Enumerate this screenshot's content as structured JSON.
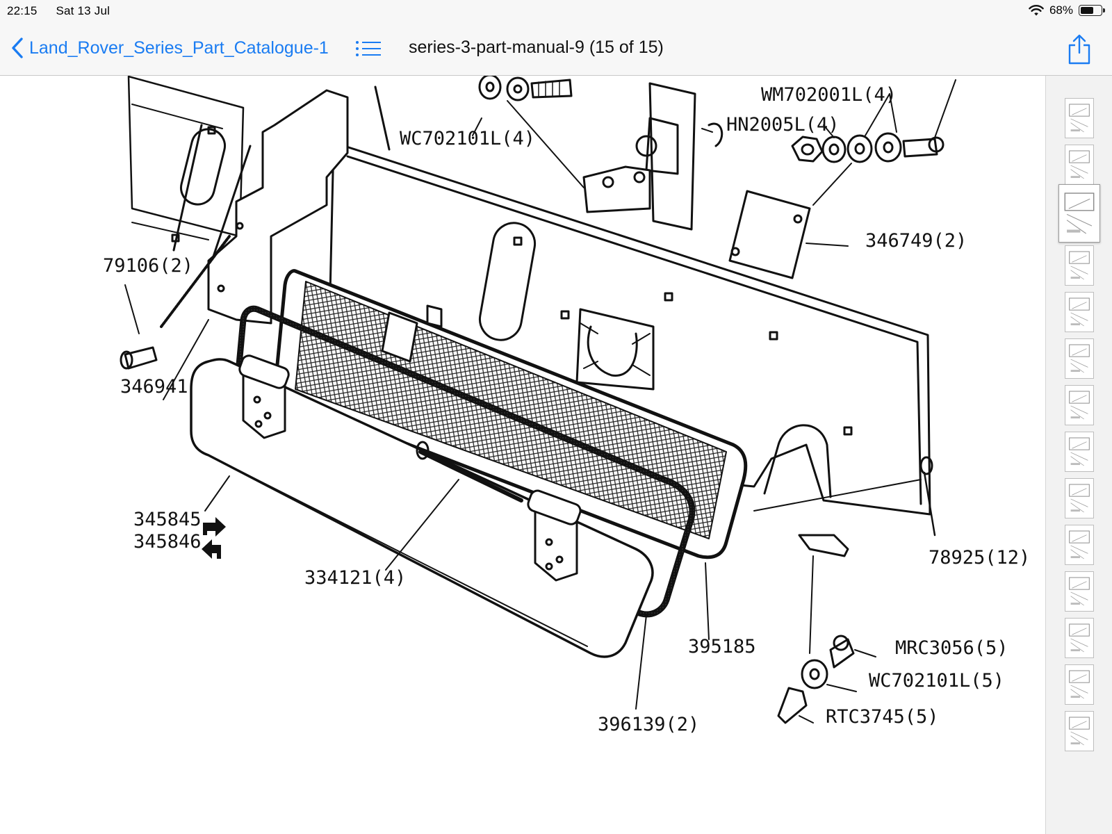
{
  "status_bar": {
    "time": "22:15",
    "date": "Sat 13 Jul",
    "battery_percent": "68%",
    "battery_level": 0.68,
    "wifi_icon": "wifi-icon",
    "battery_icon": "battery-icon"
  },
  "nav_bar": {
    "back_label": "Land_Rover_Series_Part_Catalogue-1",
    "back_icon": "chevron-left-icon",
    "outline_icon": "list-icon",
    "title": "series-3-part-manual-9 (15 of 15)",
    "share_icon": "share-icon",
    "accent_color": "#1a7cf2"
  },
  "diagram": {
    "labels": [
      "WC702101L(4)",
      "HN2005L(4)",
      "WM702001L(4)",
      "346749(2)",
      "79106(2)",
      "346941",
      "345845",
      "345846",
      "334121(4)",
      "395185",
      "396139(2)",
      "78925(12)",
      "MRC3056(5)",
      "WC702101L(5)",
      "RTC3745(5)"
    ]
  },
  "thumbnails": {
    "count": 14,
    "current_index": 2
  }
}
